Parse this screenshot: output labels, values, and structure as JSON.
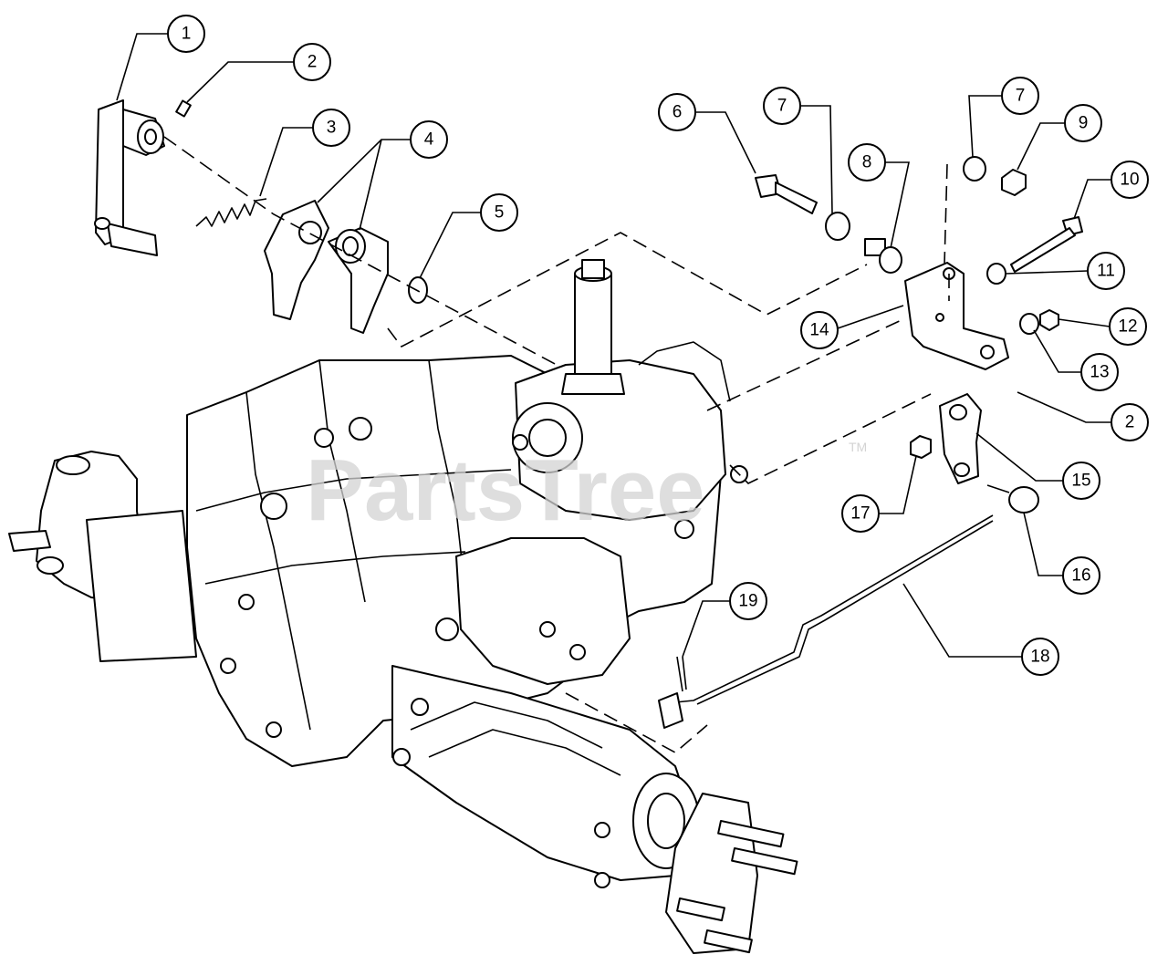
{
  "watermark": {
    "text": "PartsTree",
    "tm": "TM"
  },
  "callouts": [
    {
      "label": "1"
    },
    {
      "label": "2"
    },
    {
      "label": "3"
    },
    {
      "label": "4"
    },
    {
      "label": "5"
    },
    {
      "label": "6"
    },
    {
      "label": "7"
    },
    {
      "label": "7"
    },
    {
      "label": "8"
    },
    {
      "label": "9"
    },
    {
      "label": "10"
    },
    {
      "label": "11"
    },
    {
      "label": "12"
    },
    {
      "label": "13"
    },
    {
      "label": "14"
    },
    {
      "label": "2"
    },
    {
      "label": "15"
    },
    {
      "label": "16"
    },
    {
      "label": "17"
    },
    {
      "label": "18"
    },
    {
      "label": "19"
    }
  ]
}
